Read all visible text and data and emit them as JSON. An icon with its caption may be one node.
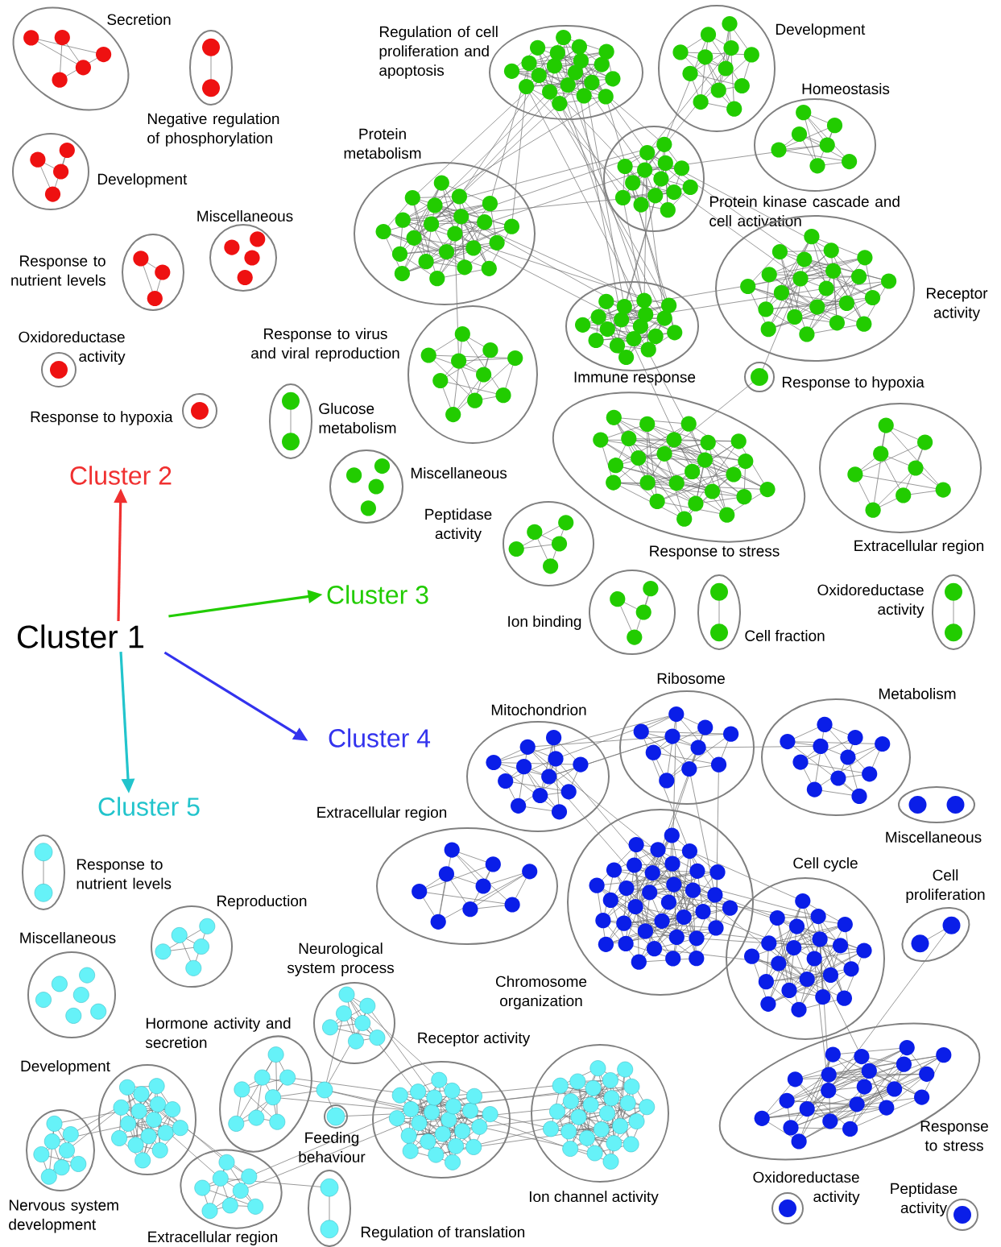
{
  "diagram": {
    "nodes": [
      {
        "text": [
          "Cluster 1"
        ]
      },
      {
        "text": [
          "Cluster 2"
        ]
      },
      {
        "text": [
          "Cluster 3"
        ]
      },
      {
        "text": [
          "Cluster 4"
        ]
      },
      {
        "text": [
          "Cluster 5"
        ]
      },
      {
        "text": [
          "Secretion"
        ]
      },
      {
        "text": [
          "Negative regulation of phosphorylation"
        ]
      },
      {
        "text": [
          "Development"
        ]
      },
      {
        "text": [
          "Miscellaneous"
        ]
      },
      {
        "text": [
          "Response to nutrient levels"
        ]
      },
      {
        "text": [
          "Oxidoreductase activity"
        ]
      },
      {
        "text": [
          "Response to hypoxia"
        ]
      },
      {
        "text": [
          "Regulation of cell proliferation and apoptosis"
        ]
      },
      {
        "text": [
          "Development"
        ]
      },
      {
        "text": [
          "Homeostasis"
        ]
      },
      {
        "text": [
          "Protein metabolism"
        ]
      },
      {
        "text": [
          "Protein kinase cascade and cell activation"
        ]
      },
      {
        "text": [
          "Receptor activity"
        ]
      },
      {
        "text": [
          "Immune response"
        ]
      },
      {
        "text": [
          "Response to virus and viral reproduction"
        ]
      },
      {
        "text": [
          "Response to hypoxia"
        ]
      },
      {
        "text": [
          "Glucose metabolism"
        ]
      },
      {
        "text": [
          "Response to stress"
        ]
      },
      {
        "text": [
          "Miscellaneous"
        ]
      },
      {
        "text": [
          "Extracellular region"
        ]
      },
      {
        "text": [
          "Peptidase activity"
        ]
      },
      {
        "text": [
          "Ion binding"
        ]
      },
      {
        "text": [
          "Cell fraction"
        ]
      },
      {
        "text": [
          "Oxidoreductase activity"
        ]
      },
      {
        "text": [
          "Mitochondrion"
        ]
      },
      {
        "text": [
          "Ribosome"
        ]
      },
      {
        "text": [
          "Metabolism"
        ]
      },
      {
        "text": [
          "Miscellaneous"
        ]
      },
      {
        "text": [
          "Extracellular region"
        ]
      },
      {
        "text": [
          "Chromosome organization"
        ]
      },
      {
        "text": [
          "Cell cycle"
        ]
      },
      {
        "text": [
          "Cell proliferation"
        ]
      },
      {
        "text": [
          "Response to stress"
        ]
      },
      {
        "text": [
          "Oxidoreductase activity"
        ]
      },
      {
        "text": [
          "Peptidase activity"
        ]
      },
      {
        "text": [
          "Response to nutrient levels"
        ]
      },
      {
        "text": [
          "Reproduction"
        ]
      },
      {
        "text": [
          "Miscellaneous"
        ]
      },
      {
        "text": [
          "Neurological system process"
        ]
      },
      {
        "text": [
          "Hormone activity and secretion"
        ]
      },
      {
        "text": [
          "Development"
        ]
      },
      {
        "text": [
          "Nervous system development"
        ]
      },
      {
        "text": [
          "Extracellular region"
        ]
      },
      {
        "text": [
          "Feeding behaviour"
        ]
      },
      {
        "text": [
          "Receptor activity"
        ]
      },
      {
        "text": [
          "Ion channel activity"
        ]
      },
      {
        "text": [
          "Regulation of translation"
        ]
      }
    ],
    "edges": [
      {
        "from": 0,
        "to": 1,
        "arrow": "to",
        "color": "#f03030"
      },
      {
        "from": 0,
        "to": 2,
        "arrow": "to",
        "color": "#22cc00"
      },
      {
        "from": 0,
        "to": 3,
        "arrow": "to",
        "color": "#3333ee"
      },
      {
        "from": 0,
        "to": 4,
        "arrow": "to",
        "color": "#22c4cc"
      }
    ]
  }
}
